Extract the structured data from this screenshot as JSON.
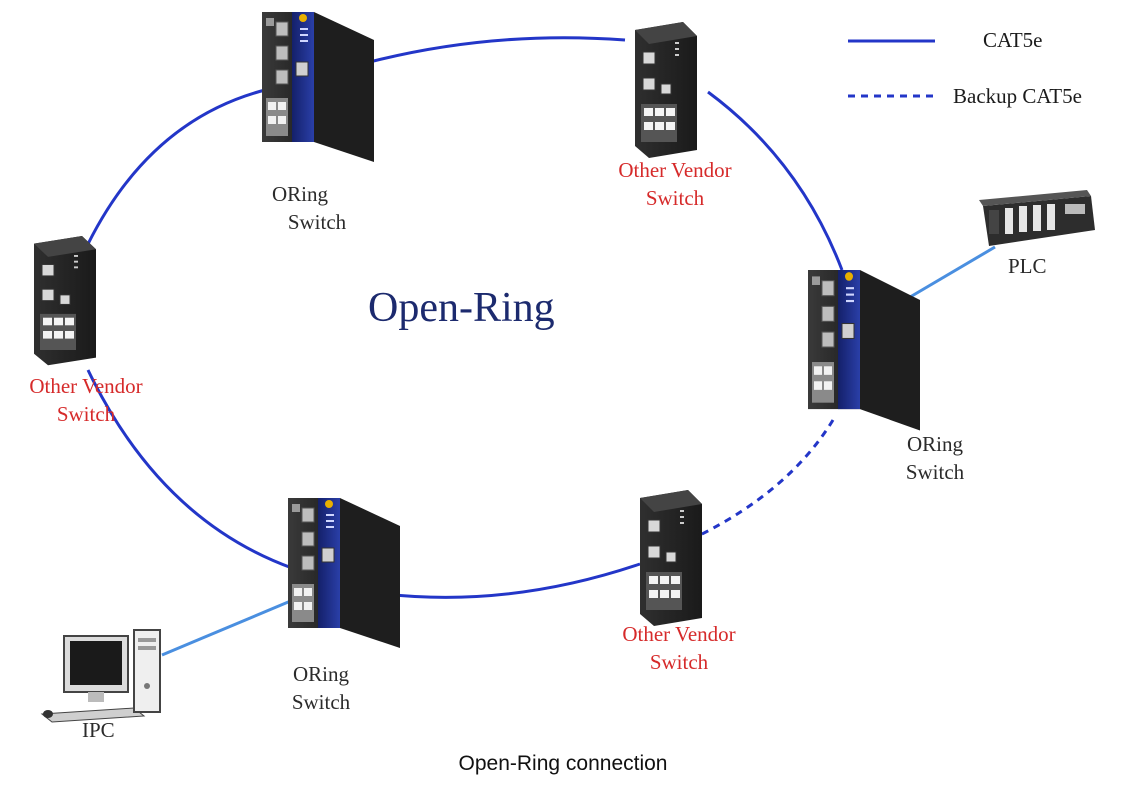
{
  "diagram": {
    "title": "Open-Ring",
    "caption": "Open-Ring connection",
    "legend": {
      "solid_label": "CAT5e",
      "dashed_label": "Backup CAT5e"
    },
    "nodes": {
      "oring_top": {
        "line1": "ORing",
        "line2": "Switch"
      },
      "other_top_right": {
        "line1": "Other Vendor",
        "line2": "Switch"
      },
      "oring_right": {
        "line1": "ORing",
        "line2": "Switch"
      },
      "other_bottom_right": {
        "line1": "Other Vendor",
        "line2": "Switch"
      },
      "oring_bottom": {
        "line1": "ORing",
        "line2": "Switch"
      },
      "other_left": {
        "line1": "Other Vendor",
        "line2": "Switch"
      }
    },
    "devices": {
      "plc": "PLC",
      "ipc": "IPC"
    },
    "colors": {
      "ring": "#2336c8",
      "device_link": "#4a8fe0",
      "oring_panel": "#1f2f8a",
      "switch_body": "#2a2a2a",
      "other_vendor_text": "#d62a2a"
    }
  }
}
